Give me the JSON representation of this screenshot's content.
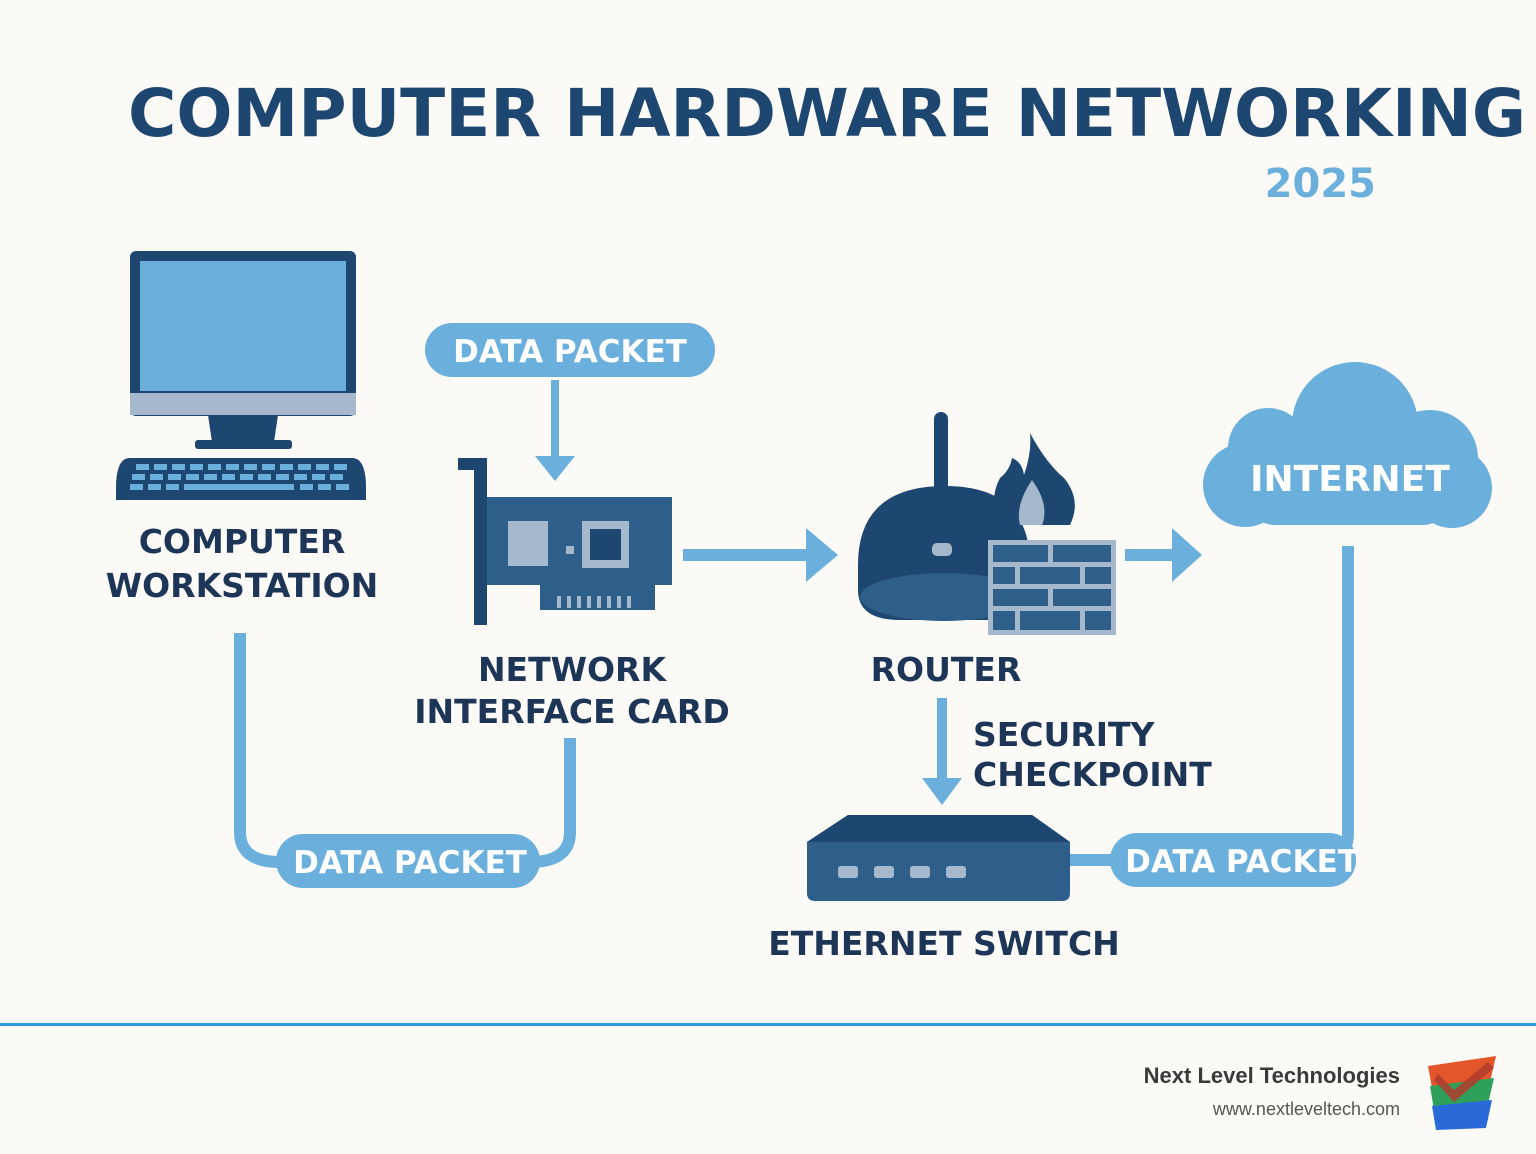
{
  "title": "COMPUTER HARDWARE NETWORKING",
  "year": "2025",
  "nodes": {
    "workstation": {
      "line1": "COMPUTER",
      "line2": "WORKSTATION"
    },
    "nic": {
      "line1": "NETWORK",
      "line2": "INTERFACE CARD"
    },
    "router": {
      "label": "ROUTER"
    },
    "internet": {
      "label": "INTERNET"
    },
    "switch": {
      "label": "ETHERNET SWITCH"
    }
  },
  "packets": {
    "top": "DATA PACKET",
    "bottom_left": "DATA PACKET",
    "bottom_right": "DATA PACKET"
  },
  "security": {
    "line1": "SECURITY",
    "line2": "CHECKPOINT"
  },
  "footer": {
    "company": "Next Level Technologies",
    "website": "www.nextleveltech.com"
  },
  "colors": {
    "dark_blue": "#1d4670",
    "light_blue": "#6bb0dc",
    "accent_line": "#2b9be3",
    "background": "#fbfaf6"
  }
}
